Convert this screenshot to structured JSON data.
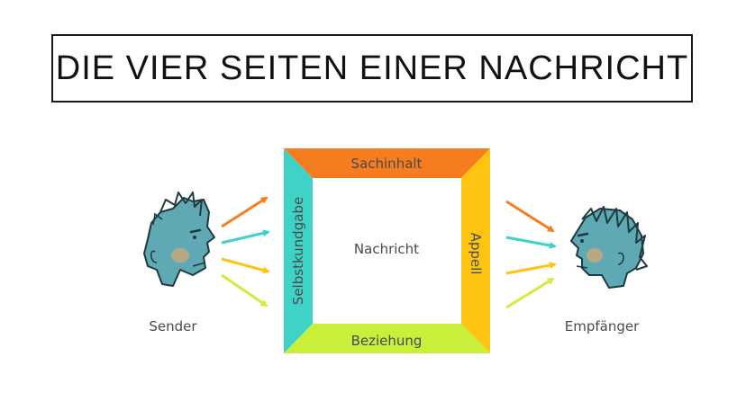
{
  "title": "DIE VIER SEITEN EINER NACHRICHT",
  "message": {
    "center": "Nachricht",
    "sides": {
      "top": "Sachinhalt",
      "left": "Selbstkundgabe",
      "right": "Appell",
      "bottom": "Beziehung"
    }
  },
  "people": {
    "sender": "Sender",
    "receiver": "Empfänger"
  },
  "colors": {
    "top": "#f57c1f",
    "left": "#3fd3c7",
    "right": "#ffc312",
    "bottom": "#c9ef3a",
    "face": "#5fa9b4",
    "cheek": "#c9a77a",
    "outline": "#1e3a40"
  }
}
